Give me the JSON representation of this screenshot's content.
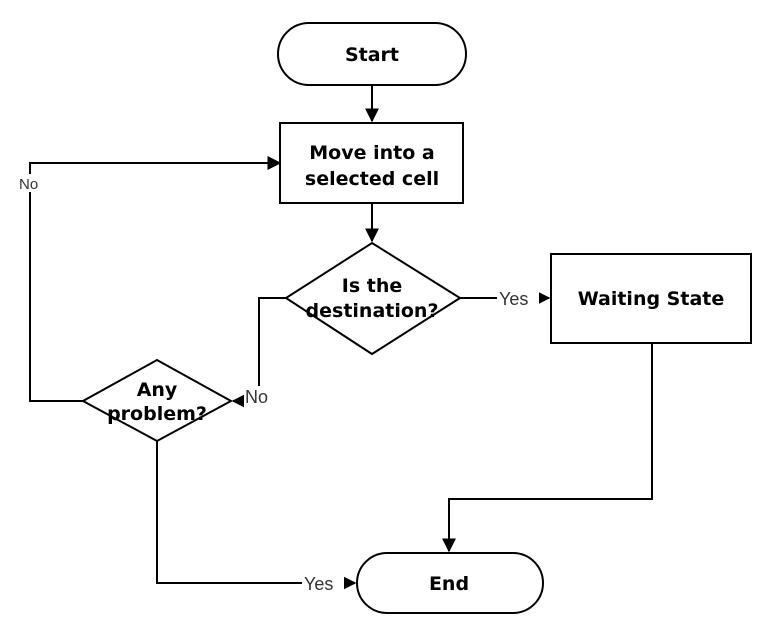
{
  "nodes": {
    "start": "Start",
    "move_line1": "Move into a",
    "move_line2": "selected cell",
    "dest_line1": "Is the",
    "dest_line2": "destination?",
    "waiting": "Waiting State",
    "problem_line1": "Any",
    "problem_line2": "problem?",
    "end": "End"
  },
  "edge_labels": {
    "yes_to_waiting": "Yes",
    "no_to_problem": "No",
    "no_loop_back": "No",
    "yes_to_end": "Yes"
  }
}
